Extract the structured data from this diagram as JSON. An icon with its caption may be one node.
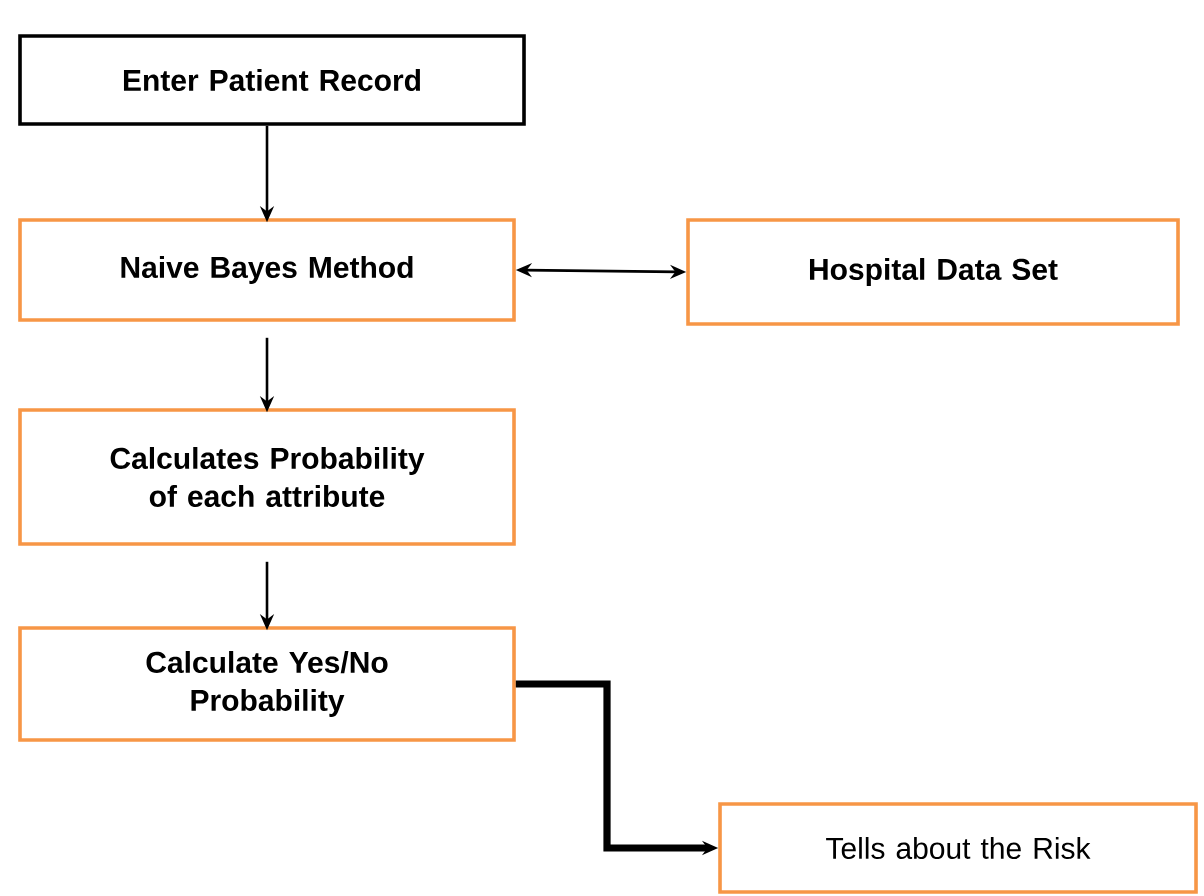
{
  "diagram": {
    "nodes": [
      {
        "text": [
          "Enter Patient Record"
        ]
      },
      {
        "text": [
          "Naive Bayes Method"
        ]
      },
      {
        "text": [
          "Hospital Data Set"
        ]
      },
      {
        "text": [
          "Calculates Probability of each attribute"
        ]
      },
      {
        "text": [
          "Calculate Yes/No Probability"
        ]
      },
      {
        "text": [
          "Tells about the Risk"
        ]
      }
    ],
    "edges": [
      {
        "from": 0,
        "to": 1,
        "arrow": "to"
      },
      {
        "from": 1,
        "to": 2,
        "arrow": "both"
      },
      {
        "from": 1,
        "to": 3,
        "arrow": "to"
      },
      {
        "from": 3,
        "to": 4,
        "arrow": "to"
      },
      {
        "from": 4,
        "to": 5,
        "arrow": "to",
        "style": "thick"
      }
    ]
  }
}
